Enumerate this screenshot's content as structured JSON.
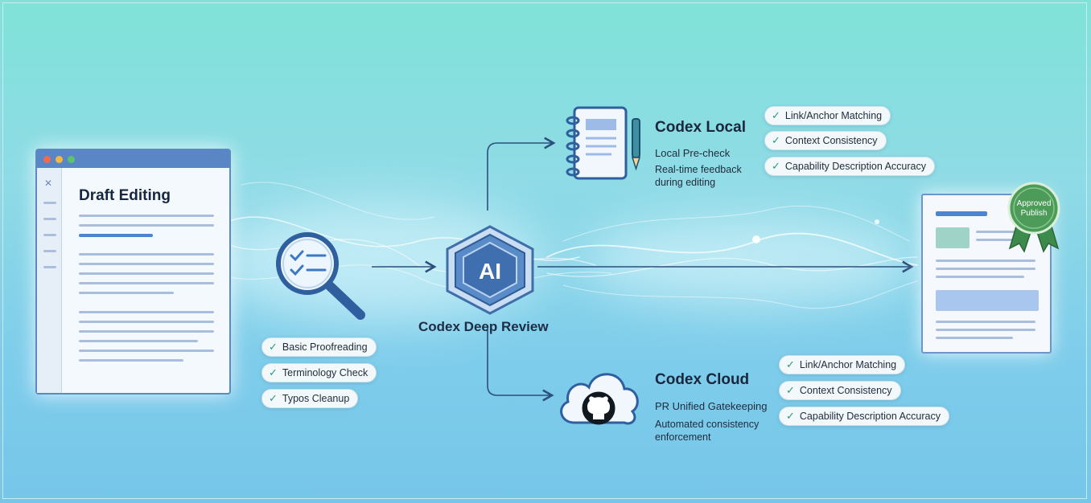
{
  "colors": {
    "accent_blue": "#4f82cf",
    "check_green": "#2a9a78",
    "badge_green": "#3f8f4c",
    "text_dark": "#1a263d"
  },
  "draft": {
    "title": "Draft Editing"
  },
  "proofreading": {
    "icon": "magnifier-checklist-icon",
    "checks": [
      "Basic Proofreading",
      "Terminology Check",
      "Typos Cleanup"
    ]
  },
  "deep_review": {
    "badge": "AI",
    "label": "Codex Deep Review"
  },
  "local": {
    "icon": "notebook-pen-icon",
    "title": "Codex Local",
    "subtitle": "Local Pre-check",
    "description_lines": [
      "Real-time feedback",
      "during editing"
    ],
    "checks": [
      "Link/Anchor Matching",
      "Context Consistency",
      "Capability Description Accuracy"
    ]
  },
  "cloud": {
    "icon": "cloud-github-icon",
    "title": "Codex Cloud",
    "subtitle": "PR Unified Gatekeeping",
    "description_lines": [
      "Automated consistency",
      "enforcement"
    ],
    "checks": [
      "Link/Anchor Matching",
      "Context Consistency",
      "Capability Description Accuracy"
    ]
  },
  "published": {
    "badge_lines": [
      "Approved",
      "Publish"
    ]
  }
}
